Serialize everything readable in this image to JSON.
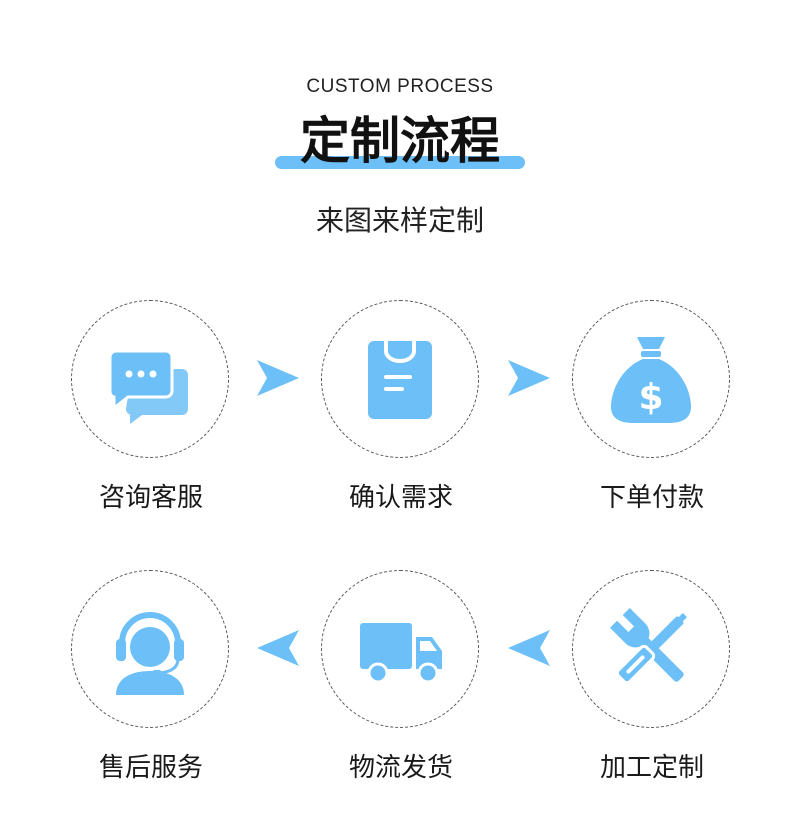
{
  "header": {
    "subtitle_en": "CUSTOM PROCESS",
    "title": "定制流程",
    "tagline": "来图来样定制"
  },
  "colors": {
    "accent": "#6cc0f7",
    "icon": "#6cc0f7",
    "text": "#1a1a1a"
  },
  "steps": [
    {
      "label": "咨询客服",
      "icon": "chat-bubbles-icon"
    },
    {
      "label": "确认需求",
      "icon": "document-icon"
    },
    {
      "label": "下单付款",
      "icon": "money-bag-icon"
    },
    {
      "label": "加工定制",
      "icon": "tools-icon"
    },
    {
      "label": "物流发货",
      "icon": "truck-icon"
    },
    {
      "label": "售后服务",
      "icon": "customer-service-icon"
    }
  ]
}
